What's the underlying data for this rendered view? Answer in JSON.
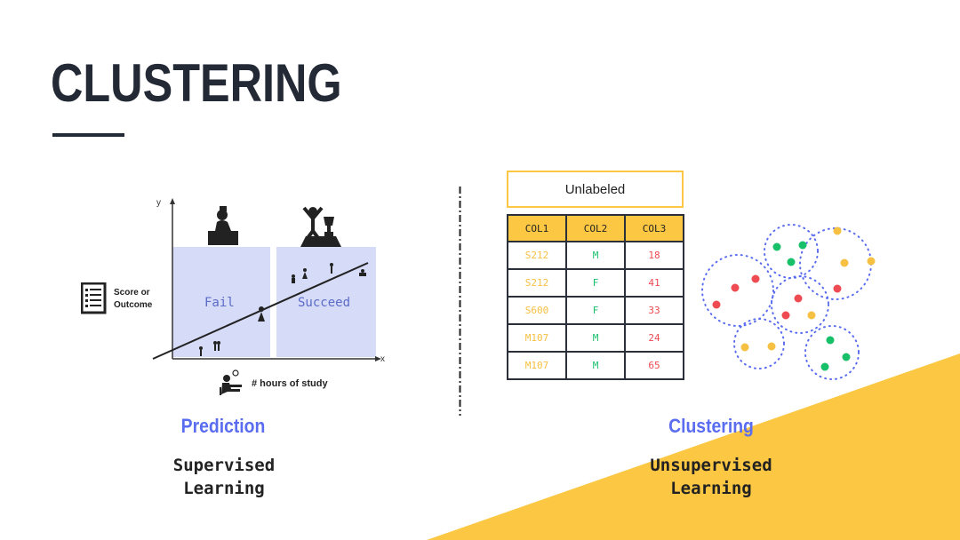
{
  "slide": {
    "title": "CLUSTERING",
    "colors": {
      "dark": "#232a36",
      "accent_blue": "#5a6cf0",
      "yellow": "#fcc843",
      "panel": "#d6dbf8"
    }
  },
  "left": {
    "chart": {
      "y_axis": "y",
      "x_axis": "x",
      "fail_label": "Fail",
      "succeed_label": "Succeed",
      "y_side_label": "Score or\nOutcome",
      "x_side_label": "# hours of study",
      "icons": [
        "checklist-icon",
        "student-studying-icon",
        "sad-student-icon",
        "trophy-winner-icon",
        "walking-people-icon"
      ]
    },
    "heading": "Prediction",
    "subheading": "Supervised\nLearning"
  },
  "right": {
    "unlabeled_label": "Unlabeled",
    "table": {
      "headers": [
        "COL1",
        "COL2",
        "COL3"
      ],
      "rows": [
        [
          "S212",
          "M",
          "18"
        ],
        [
          "S212",
          "F",
          "41"
        ],
        [
          "S600",
          "F",
          "33"
        ],
        [
          "M107",
          "M",
          "24"
        ],
        [
          "M107",
          "M",
          "65"
        ]
      ]
    },
    "cluster_colors": {
      "red": "#ef4b52",
      "green": "#19c06a",
      "yellow": "#f6c042",
      "ring": "#5a6cf0"
    },
    "heading": "Clustering",
    "subheading": "Unsupervised\nLearning"
  }
}
